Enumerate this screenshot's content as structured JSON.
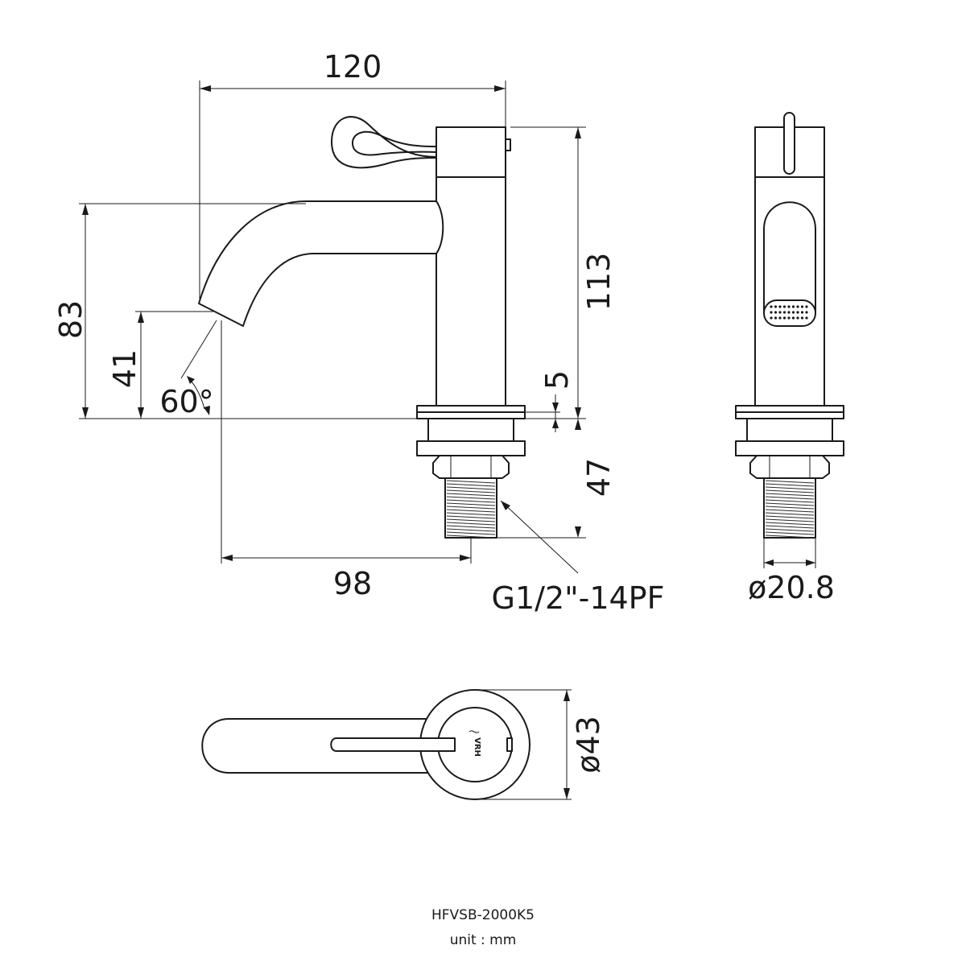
{
  "dimensions": {
    "width_120": "120",
    "height_113": "113",
    "spout_height_83": "83",
    "outlet_height_41": "41",
    "angle_60": "60°",
    "flange_5": "5",
    "shank_47": "47",
    "reach_98": "98",
    "thread": "G1/2\"-14PF",
    "shank_diameter": "ø20.8",
    "base_diameter": "ø43"
  },
  "logo": {
    "text": "VRH"
  },
  "footer": {
    "model": "HFVSB-2000K5",
    "unit": "unit : mm"
  },
  "colors": {
    "line": "#1a1a1a",
    "background": "#ffffff"
  }
}
